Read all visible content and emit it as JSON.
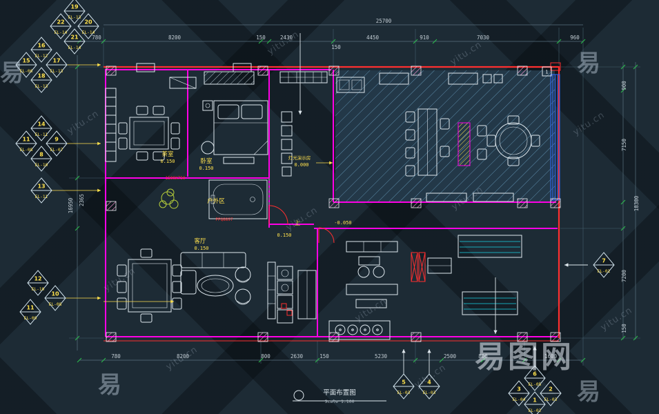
{
  "colors": {
    "bg": "#1d2b35",
    "red": "#ff2f2f",
    "magenta": "#ff00e6",
    "white": "#dfe8ee",
    "yellow": "#ffe14d",
    "cyan": "#19d3e6",
    "green": "#2bc24c",
    "blue": "#2f6bff",
    "hatch": "#5d8dab",
    "dim": "#c3cdd4",
    "pink": "#ff9ed8"
  },
  "watermark": {
    "small": "yitu.cn",
    "big": "易图网",
    "char": "易"
  },
  "legend": {
    "title": "平面布置图",
    "scale": "Scale 1:100"
  },
  "grid_bubble": "1",
  "rooms": {
    "tea": "茶室",
    "tea_level": "0.150",
    "bedroom": "卧室",
    "bedroom_level": "0.150",
    "light_demo": "灯光演示房",
    "light_demo_level": "0.000",
    "outdoor": "户外区",
    "living": "客厅",
    "living_level": "0.150",
    "hall_level": "0.150",
    "sunken_level": "-0.050",
    "up": "上",
    "note_a": "1500X750",
    "note_b": "PPQ8897"
  },
  "dims": {
    "top_overall": "25700",
    "top": [
      "780",
      "8200",
      "150",
      "2430",
      "4450",
      "910",
      "7030",
      "960"
    ],
    "top_extra": "150",
    "bottom": [
      "780",
      "8200",
      "800",
      "2630",
      "150",
      "5230",
      "2500",
      "800",
      "1600"
    ],
    "left": [
      "2365",
      "16950"
    ],
    "right": [
      "900",
      "7150",
      "7200",
      "150"
    ],
    "right_overall": "18300"
  },
  "markers": [
    {
      "num": "19",
      "el": "EL-13"
    },
    {
      "num": "22",
      "el": "EL-14"
    },
    {
      "num": "20",
      "el": "EL-14"
    },
    {
      "num": "21",
      "el": "EL-14"
    },
    {
      "num": "16",
      "el": "EL-12"
    },
    {
      "num": "15",
      "el": "EL-06"
    },
    {
      "num": "17",
      "el": "EL-13"
    },
    {
      "num": "18",
      "el": "EL-13"
    },
    {
      "num": "14",
      "el": "EL-11"
    },
    {
      "num": "11",
      "el": "EL-08"
    },
    {
      "num": "9",
      "el": "EL-07"
    },
    {
      "num": "8",
      "el": "EL-10"
    },
    {
      "num": "13",
      "el": "EL-11"
    },
    {
      "num": "12",
      "el": "EL-10"
    },
    {
      "num": "10",
      "el": "EL-08"
    },
    {
      "num": "11",
      "el": "EL-09"
    },
    {
      "num": "7",
      "el": "EL-01"
    },
    {
      "num": "5",
      "el": "EL-03"
    },
    {
      "num": "4",
      "el": "EL-03"
    },
    {
      "num": "6",
      "el": "EL-05"
    },
    {
      "num": "3",
      "el": "EL-04"
    },
    {
      "num": "2",
      "el": "EL-03"
    },
    {
      "num": "1",
      "el": "EL-02"
    }
  ]
}
